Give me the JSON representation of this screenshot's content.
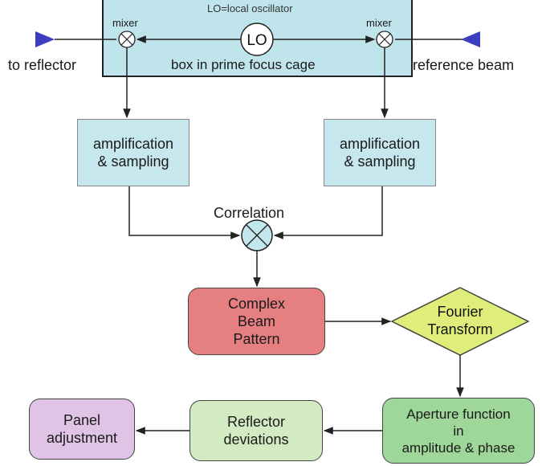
{
  "top_box": {
    "lo_definition": "LO=local oscillator",
    "mixer_left_label": "mixer",
    "mixer_right_label": "mixer",
    "lo_label": "LO",
    "caption": "box in prime focus cage"
  },
  "ports": {
    "left_label": "to reflector",
    "right_label": "reference beam"
  },
  "amplification": {
    "left_line1": "amplification",
    "left_line2": "& sampling",
    "right_line1": "amplification",
    "right_line2": "& sampling"
  },
  "correlation_label": "Correlation",
  "complex_beam": {
    "line1": "Complex",
    "line2": "Beam",
    "line3": "Pattern"
  },
  "fourier": {
    "line1": "Fourier",
    "line2": "Transform"
  },
  "aperture": {
    "line1": "Aperture function",
    "line2": "in",
    "line3": "amplitude & phase"
  },
  "reflector_dev": {
    "line1": "Reflector",
    "line2": "deviations"
  },
  "panel": {
    "line1": "Panel",
    "line2": "adjustment"
  },
  "colors": {
    "top_box": "#bfe4ec",
    "amplification": "#c7e7ef",
    "complex_beam": "#e57f82",
    "fourier": "#dfee7a",
    "aperture": "#9fd69a",
    "reflector": "#d2ebc3",
    "panel": "#dfc4e6",
    "port_triangles": "#3b3fbf"
  }
}
